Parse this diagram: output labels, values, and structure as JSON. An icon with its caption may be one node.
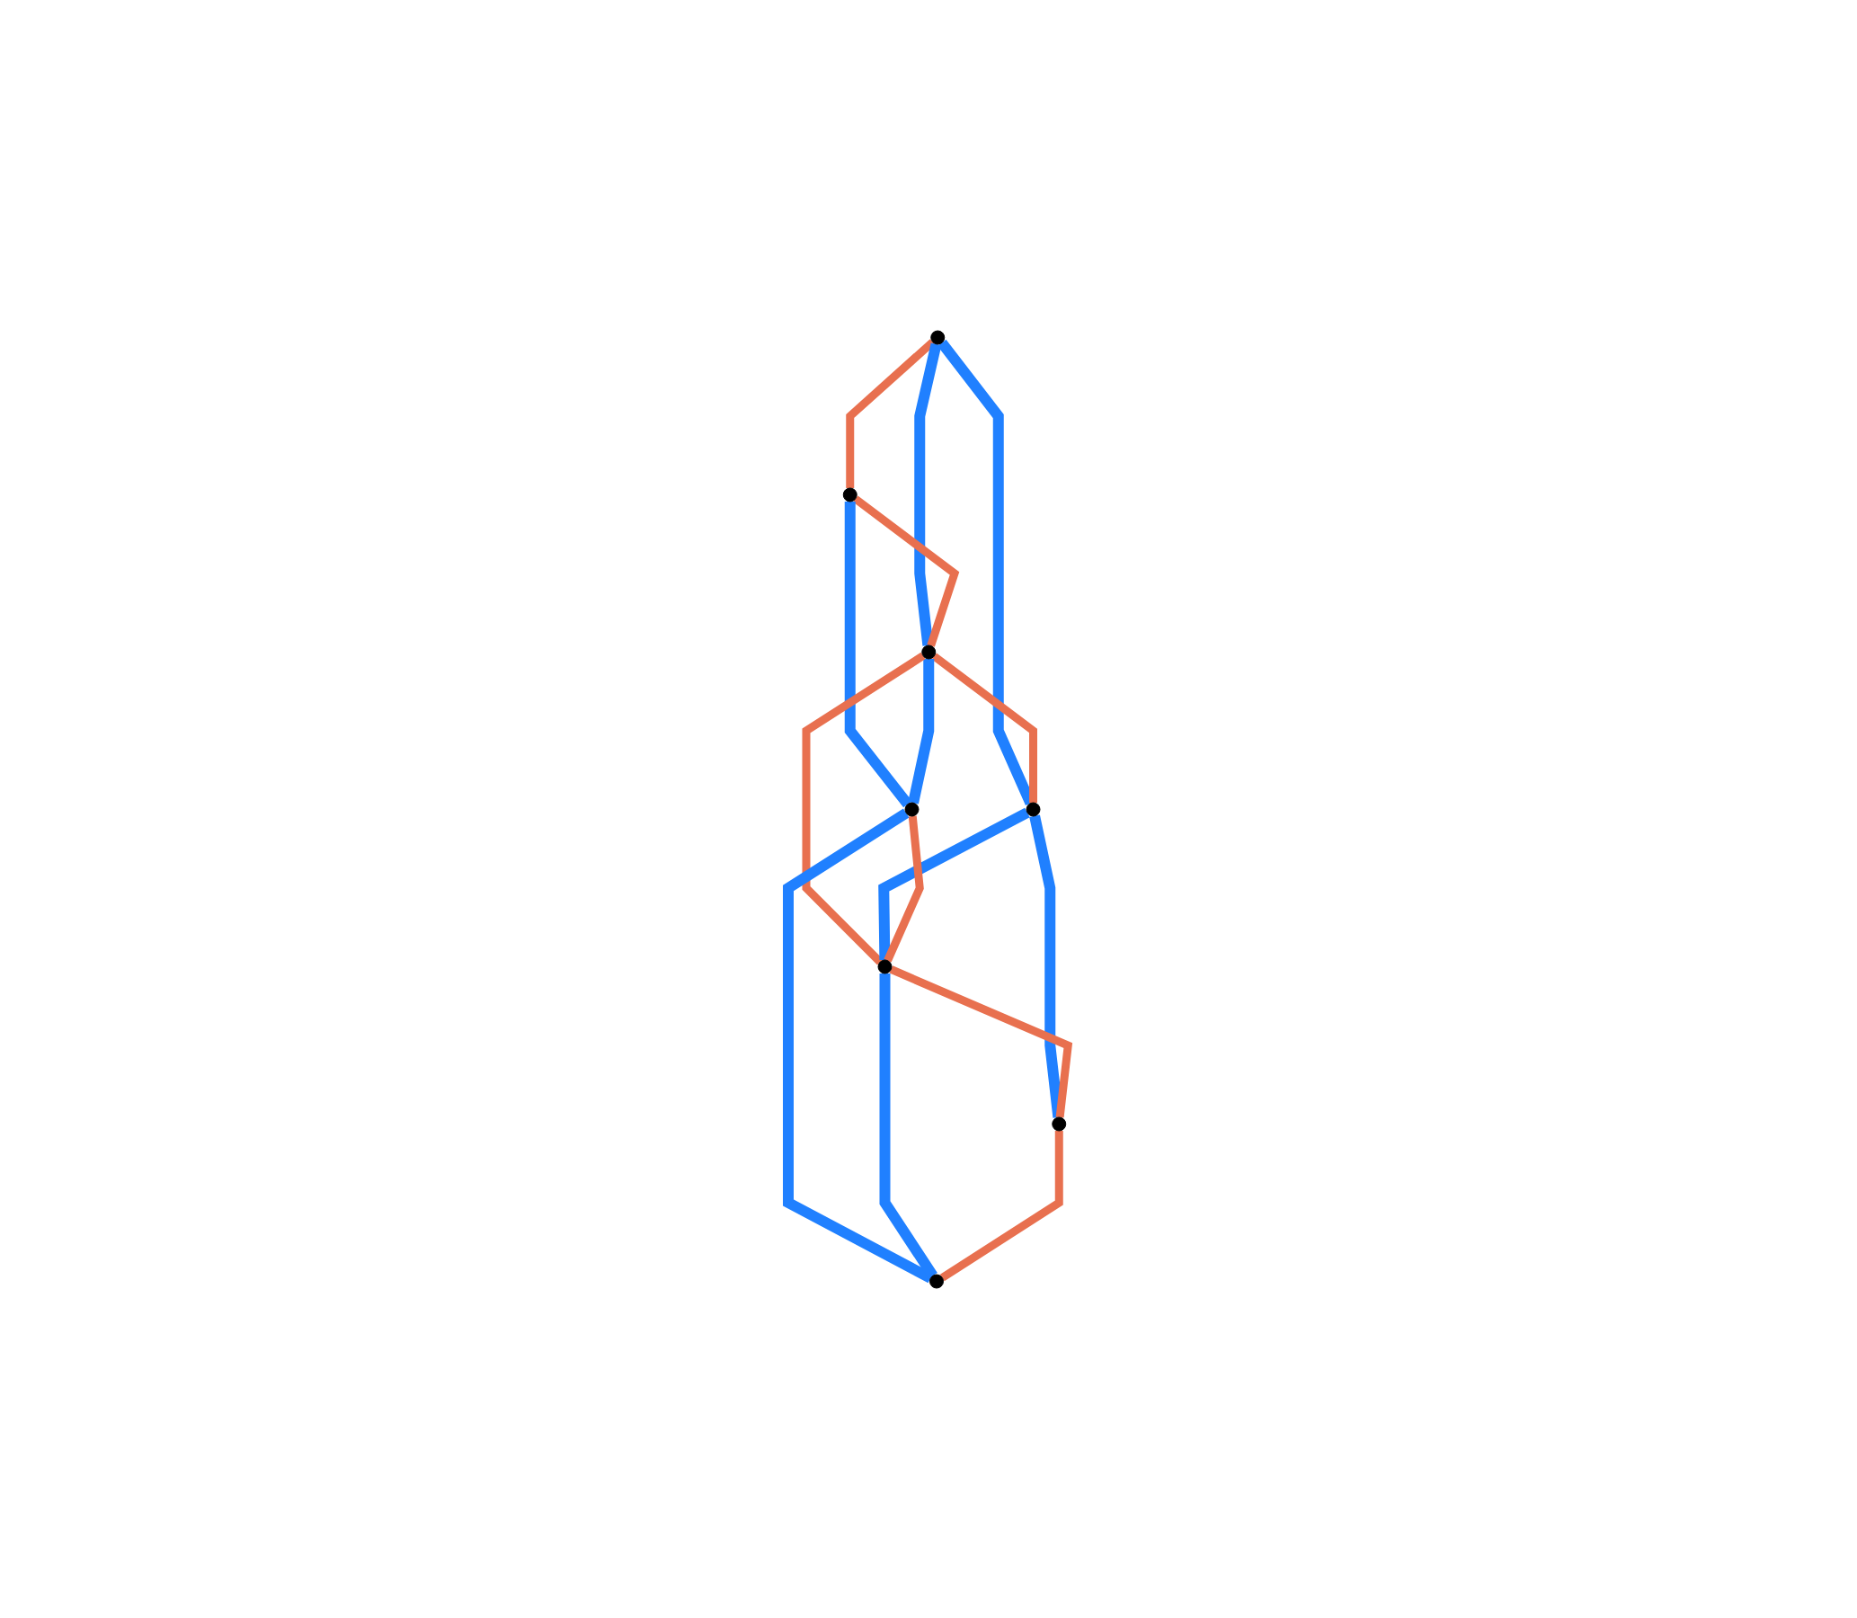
{
  "diagram": {
    "nodes": [
      {
        "text": [],
        "shape": "circle"
      },
      {
        "text": [],
        "shape": "circle"
      },
      {
        "text": [],
        "shape": "circle"
      },
      {
        "text": [],
        "shape": "circle"
      },
      {
        "text": [],
        "shape": "circle"
      },
      {
        "text": [],
        "shape": "circle"
      },
      {
        "text": [],
        "shape": "circle"
      },
      {
        "text": [],
        "shape": "circle"
      }
    ],
    "edges": [
      {
        "from": 0,
        "to": 1,
        "arrow": "none",
        "color": "#e8704f"
      },
      {
        "from": 0,
        "to": 2,
        "arrow": "none"
      },
      {
        "from": 1,
        "to": 2,
        "arrow": "none",
        "color": "#e8704f"
      },
      {
        "from": 0,
        "to": 3,
        "arrow": "none"
      },
      {
        "from": 1,
        "to": 4,
        "arrow": "none"
      },
      {
        "from": 2,
        "to": 3,
        "arrow": "none",
        "color": "#e8704f"
      },
      {
        "from": 2,
        "to": 4,
        "arrow": "none"
      },
      {
        "from": 2,
        "to": 5,
        "arrow": "none",
        "color": "#e8704f"
      },
      {
        "from": 3,
        "to": 5,
        "arrow": "none"
      },
      {
        "from": 4,
        "to": 5,
        "arrow": "none",
        "color": "#e8704f"
      },
      {
        "from": 3,
        "to": 6,
        "arrow": "none"
      },
      {
        "from": 4,
        "to": 7,
        "arrow": "none"
      },
      {
        "from": 5,
        "to": 6,
        "arrow": "none",
        "color": "#e8704f"
      },
      {
        "from": 5,
        "to": 7,
        "arrow": "none"
      },
      {
        "from": 6,
        "to": 7,
        "arrow": "none",
        "color": "#e8704f"
      }
    ]
  }
}
